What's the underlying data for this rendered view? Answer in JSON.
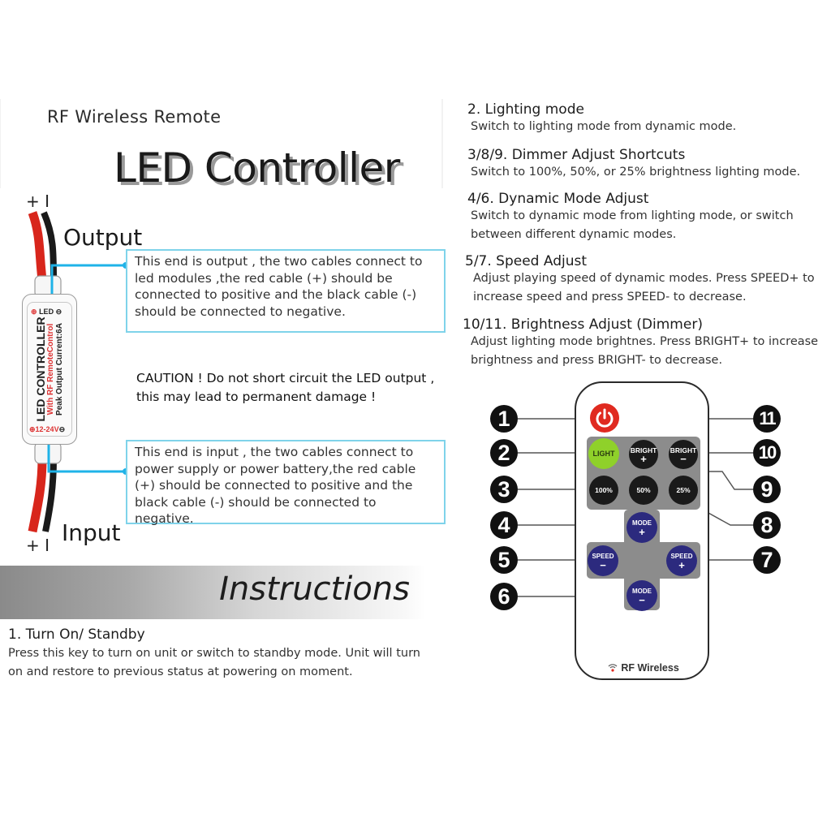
{
  "header": {
    "subtitle": "RF Wireless Remote",
    "title": "LED Controller"
  },
  "controller": {
    "output_label": "Output",
    "input_label": "Input",
    "polarity_top": "+ I",
    "polarity_bottom": "+ I",
    "device_title": "LED CONTROLLER",
    "device_subtitle": "With RF RemoteControl",
    "device_rating": "Peak Output Current:6A",
    "port_output": "LED",
    "port_input": "12-24V",
    "output_callout": "This end is output , the two cables connect to led modules ,the red cable (+) should be connected to positive and the black cable (-) should be connected to negative.",
    "input_callout": "This end is input , the two cables connect to power supply or power battery,the red cable (+) should be connected to positive and the black cable (-) should be connected to negative.",
    "caution_line1": "CAUTION ! Do not short circuit the LED output ,",
    "caution_line2": " this may lead to permanent damage !",
    "colors": {
      "cable_red": "#d8261c",
      "cable_black": "#1a1a1a",
      "callout_border": "#7fd3ea",
      "connector": "#1fb3e8"
    }
  },
  "instructions": {
    "banner_title": "Instructions",
    "sections": [
      {
        "heading": "1. Turn On/ Standby",
        "body": "Press this key to turn on unit or switch to standby mode. Unit will turn on and restore to previous status at powering on moment."
      },
      {
        "heading": "2. Lighting mode",
        "body": "Switch to lighting  mode from dynamic mode."
      },
      {
        "heading": "3/8/9. Dimmer Adjust Shortcuts",
        "body": "Switch to 100%, 50%, or 25%  brightness lighting mode."
      },
      {
        "heading": "4/6. Dynamic Mode Adjust",
        "body": "Switch to dynamic mode from lighting mode, or switch between different dynamic modes."
      },
      {
        "heading": "5/7. Speed Adjust",
        "body": "Adjust playing speed of dynamic modes. Press SPEED+ to increase speed and press SPEED- to decrease."
      },
      {
        "heading": "10/11. Brightness Adjust (Dimmer)",
        "body": "Adjust lighting mode brightnes. Press BRIGHT+ to increase brightness and press BRIGHT- to decrease."
      }
    ]
  },
  "remote": {
    "brand_label": "RF Wireless",
    "buttons": {
      "light": "LIGHT",
      "bright_plus": "BRIGHT",
      "bright_plus_sym": "+",
      "bright_minus": "BRIGHT",
      "bright_minus_sym": "−",
      "p100": "100%",
      "p50": "50%",
      "p25": "25%",
      "mode_plus": "MODE",
      "mode_plus_sym": "+",
      "mode_minus": "MODE",
      "mode_minus_sym": "−",
      "speed_minus": "SPEED",
      "speed_minus_sym": "−",
      "speed_plus": "SPEED",
      "speed_plus_sym": "+"
    },
    "callout_numbers": [
      "1",
      "2",
      "3",
      "4",
      "5",
      "6",
      "7",
      "8",
      "9",
      "10",
      "11"
    ],
    "colors": {
      "power": "#e02a20",
      "light": "#8fd12a",
      "mode_speed": "#2c2a7e",
      "dimmer": "#1a1a1a",
      "panel": "#8c8c8c"
    }
  }
}
